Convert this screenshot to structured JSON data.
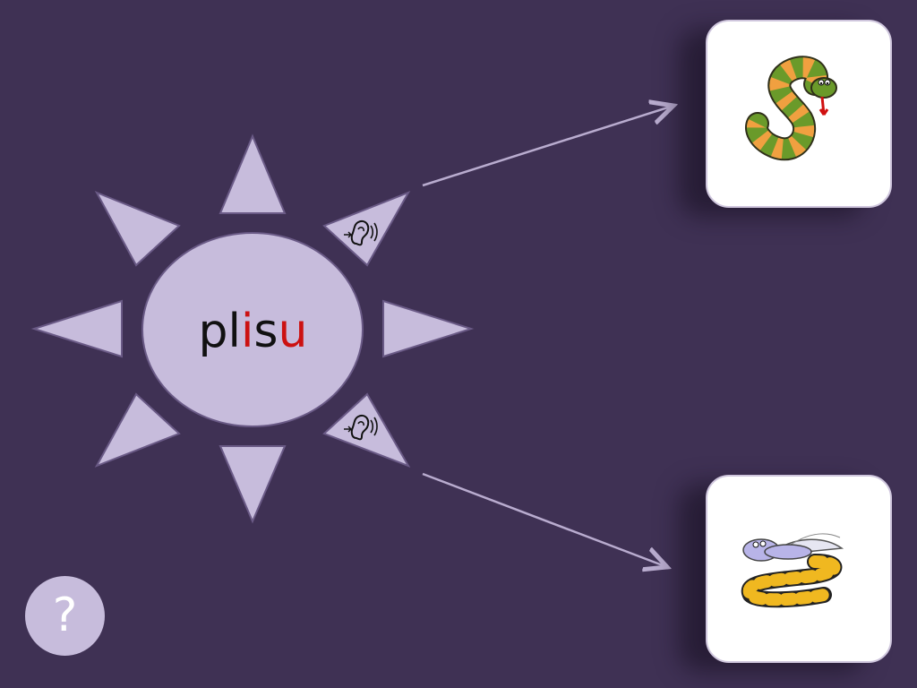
{
  "word": {
    "segments": [
      {
        "text": "pl",
        "color": "black"
      },
      {
        "text": "i",
        "color": "red"
      },
      {
        "text": "s",
        "color": "black"
      },
      {
        "text": "u",
        "color": "red"
      }
    ]
  },
  "help_button": {
    "label": "?"
  },
  "cards": [
    {
      "name": "snake-card",
      "icon": "snake-icon"
    },
    {
      "name": "wasp-worm-card",
      "icon": "striped-worm-with-wings-icon"
    }
  ],
  "audio_icons": [
    "ear-audio-icon",
    "ear-audio-icon"
  ],
  "colors": {
    "background": "#3f3154",
    "sun": "#c7bcdc",
    "accent_red": "#cc1111"
  }
}
